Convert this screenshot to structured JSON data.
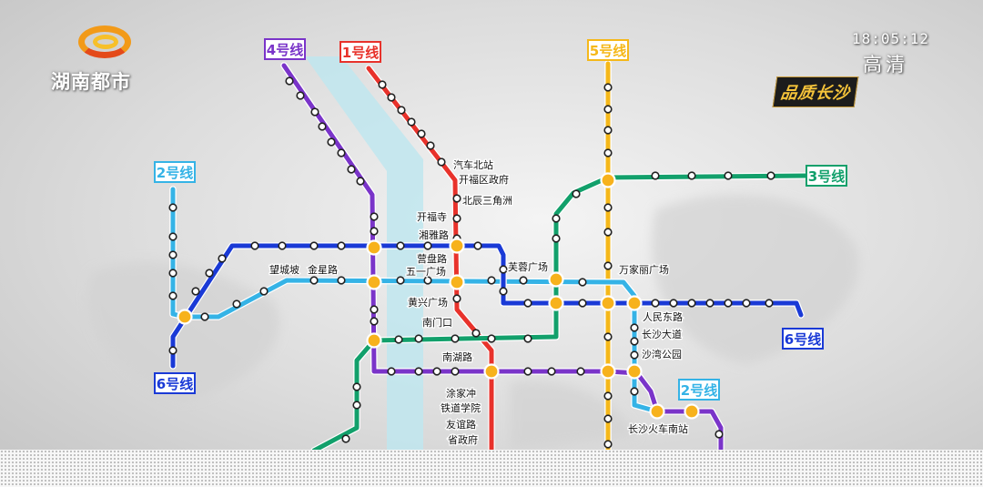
{
  "channel": {
    "logo_text": "湖南都市",
    "clock": "18:05:12",
    "quality": "高清"
  },
  "program": {
    "title": "品质长沙"
  },
  "colors": {
    "line1": "#e8322b",
    "line2": "#35b3e6",
    "line3": "#12a06b",
    "line4": "#7a34c9",
    "line5": "#f5b81a",
    "line6": "#1a3ad6",
    "river": "#bfe6ee"
  },
  "lines": [
    {
      "id": "line4",
      "label": "4号线",
      "color": "#7a34c9"
    },
    {
      "id": "line1",
      "label": "1号线",
      "color": "#e8322b"
    },
    {
      "id": "line5",
      "label": "5号线",
      "color": "#f5b81a"
    },
    {
      "id": "line3",
      "label": "3号线",
      "color": "#12a06b"
    },
    {
      "id": "line2",
      "label": "2号线",
      "color": "#35b3e6"
    },
    {
      "id": "line6",
      "label": "6号线",
      "color": "#1a3ad6"
    }
  ],
  "stations": [
    "汽车北站",
    "开福区政府",
    "北辰三角洲",
    "开福寺",
    "湘雅路",
    "芙蓉广场",
    "万家丽广场",
    "营盘路",
    "五一广场",
    "望城坡",
    "金星路",
    "黄兴广场",
    "南门口",
    "人民东路",
    "长沙大道",
    "沙湾公园",
    "南湖路",
    "涂家冲",
    "铁道学院",
    "友谊路",
    "省政府",
    "长沙火车南站"
  ]
}
